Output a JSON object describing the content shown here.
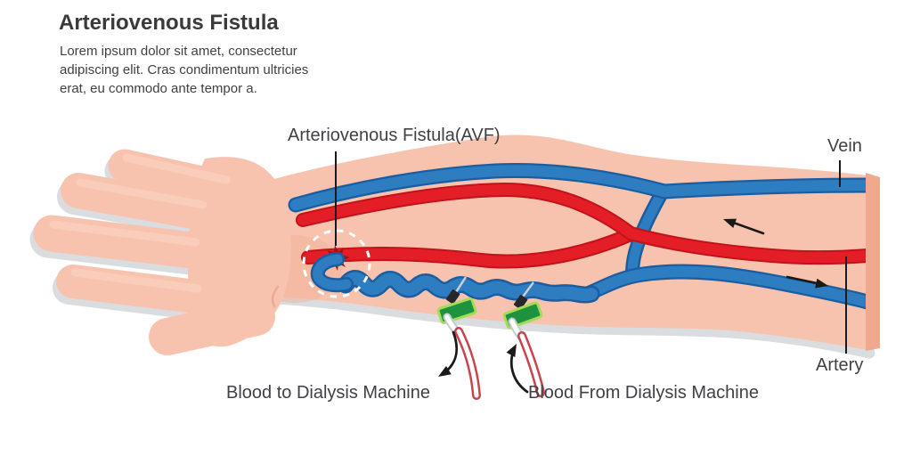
{
  "header": {
    "title": "Arteriovenous Fistula",
    "description_lines": [
      "Lorem ipsum dolor sit amet, consectetur",
      "adipiscing elit. Cras condimentum ultricies",
      "erat, eu commodo ante tempor a."
    ]
  },
  "diagram": {
    "labels": {
      "avf": "Arteriovenous Fistula(AVF)",
      "vein": "Vein",
      "artery": "Artery",
      "blood_to": "Blood to Dialysis Machine",
      "blood_from": "Blood From Dialysis Machine"
    },
    "colors": {
      "skin": "#F7C3AF",
      "skin_edge": "#F0A98F",
      "shadow": "#D9DDDF",
      "vblue": "#2E7DC1",
      "vblue_d": "#1A5EA2",
      "red": "#E41E26",
      "red_d": "#C31219",
      "green": "#1F9240",
      "green_l": "#A5DB57",
      "tube": "#C8444E",
      "line": "#1A1A1A",
      "text": "#414044"
    }
  }
}
